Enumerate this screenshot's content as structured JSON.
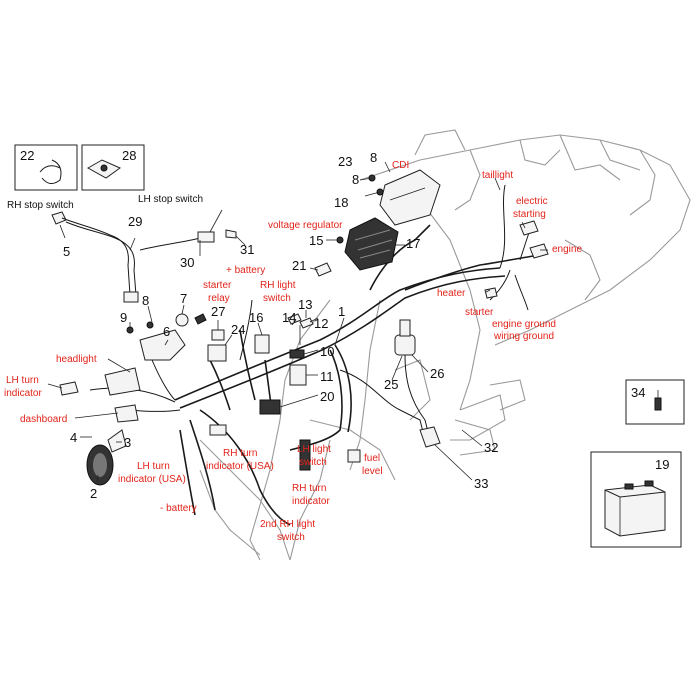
{
  "callouts": [
    {
      "id": "c22",
      "text": "22"
    },
    {
      "id": "c28",
      "text": "28"
    },
    {
      "id": "c23",
      "text": "23"
    },
    {
      "id": "c8a",
      "text": "8"
    },
    {
      "id": "c8b",
      "text": "8"
    },
    {
      "id": "c18",
      "text": "18"
    },
    {
      "id": "c15",
      "text": "15"
    },
    {
      "id": "c17",
      "text": "17"
    },
    {
      "id": "c29",
      "text": "29"
    },
    {
      "id": "c5",
      "text": "5"
    },
    {
      "id": "c31",
      "text": "31"
    },
    {
      "id": "c30",
      "text": "30"
    },
    {
      "id": "c21",
      "text": "21"
    },
    {
      "id": "c8c",
      "text": "8"
    },
    {
      "id": "c7",
      "text": "7"
    },
    {
      "id": "c9",
      "text": "9"
    },
    {
      "id": "c6",
      "text": "6"
    },
    {
      "id": "c27",
      "text": "27"
    },
    {
      "id": "c24",
      "text": "24"
    },
    {
      "id": "c16",
      "text": "16"
    },
    {
      "id": "c14",
      "text": "14"
    },
    {
      "id": "c13",
      "text": "13"
    },
    {
      "id": "c12",
      "text": "12"
    },
    {
      "id": "c1",
      "text": "1"
    },
    {
      "id": "c10",
      "text": "10"
    },
    {
      "id": "c11",
      "text": "11"
    },
    {
      "id": "c20",
      "text": "20"
    },
    {
      "id": "c26",
      "text": "26"
    },
    {
      "id": "c25",
      "text": "25"
    },
    {
      "id": "c34",
      "text": "34"
    },
    {
      "id": "c32",
      "text": "32"
    },
    {
      "id": "c33",
      "text": "33"
    },
    {
      "id": "c19",
      "text": "19"
    },
    {
      "id": "c4",
      "text": "4"
    },
    {
      "id": "c3",
      "text": "3"
    },
    {
      "id": "c2",
      "text": "2"
    }
  ],
  "labels": {
    "rh_stop_switch": "RH stop switch",
    "lh_stop_switch": "LH stop switch",
    "cdi": "CDI",
    "taillight": "taillight",
    "electric_1": "electric",
    "electric_2": "starting",
    "voltage_regulator": "voltage regulator",
    "engine": "engine",
    "plus_battery": "+ battery",
    "starter_relay_1": "starter",
    "starter_relay_2": "relay",
    "rh_light_switch_1": "RH light",
    "rh_light_switch_2": "switch",
    "heater": "heater",
    "starter": "starter",
    "engine_ground": "engine ground",
    "wiring_ground": "wiring ground",
    "headlight": "headlight",
    "lh_turn_indicator_1": "LH turn",
    "lh_turn_indicator_2": "indicator",
    "dashboard": "dashboard",
    "lh_turn_usa_1": "LH turn",
    "lh_turn_usa_2": "indicator (USA)",
    "rh_turn_usa_1": "RH turn",
    "rh_turn_usa_2": "indicator (USA)",
    "lh_light_switch_1": "LH light",
    "lh_light_switch_2": "switch",
    "fuel_level_1": "fuel",
    "fuel_level_2": "level",
    "rh_turn_indicator_1": "RH turn",
    "rh_turn_indicator_2": "indicator",
    "minus_battery": "- battery",
    "second_rh_light_switch_1": "2nd RH light",
    "second_rh_light_switch_2": "switch"
  }
}
